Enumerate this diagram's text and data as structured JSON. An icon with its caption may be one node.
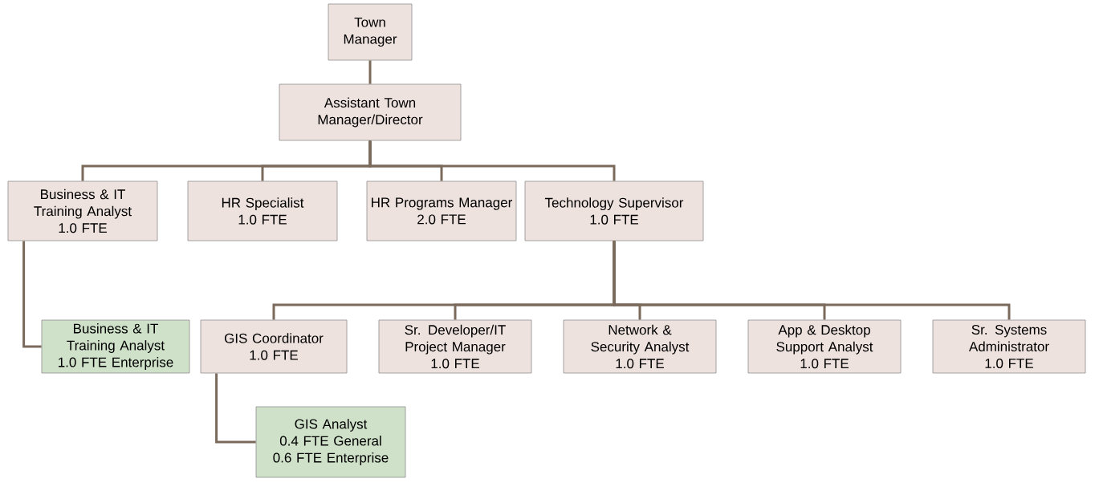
{
  "diagram": {
    "nodes": [
      {
        "text": [
          "Town Manager"
        ]
      },
      {
        "text": [
          "Assistant Town Manager/Director"
        ]
      },
      {
        "text": [
          "Business & IT Training Analyst",
          "1.0 FTE"
        ]
      },
      {
        "text": [
          "HR Specialist",
          "1.0 FTE"
        ]
      },
      {
        "text": [
          "HR Programs Manager",
          "2.0 FTE"
        ]
      },
      {
        "text": [
          "Technology Supervisor",
          "1.0 FTE"
        ]
      },
      {
        "text": [
          "Business & IT Training Analyst",
          "1.0 FTE Enterprise"
        ]
      },
      {
        "text": [
          "GIS Coordinator",
          "1.0 FTE"
        ]
      },
      {
        "text": [
          "Sr. Developer/IT Project Manager",
          "1.0 FTE"
        ]
      },
      {
        "text": [
          "Network & Security Analyst",
          "1.0 FTE"
        ]
      },
      {
        "text": [
          "App & Desktop Support Analyst",
          "1.0 FTE"
        ]
      },
      {
        "text": [
          "Sr. Systems Administrator",
          "1.0 FTE"
        ]
      },
      {
        "text": [
          "GIS Analyst",
          "0.4 FTE General",
          "0.6 FTE Enterprise"
        ]
      }
    ],
    "edges": [
      {
        "from": 0,
        "to": 1,
        "arrow": "none"
      },
      {
        "from": 1,
        "to": 2,
        "arrow": "none"
      },
      {
        "from": 1,
        "to": 3,
        "arrow": "none"
      },
      {
        "from": 1,
        "to": 4,
        "arrow": "none"
      },
      {
        "from": 1,
        "to": 5,
        "arrow": "none"
      },
      {
        "from": 2,
        "to": 6,
        "arrow": "none"
      },
      {
        "from": 5,
        "to": 7,
        "arrow": "none"
      },
      {
        "from": 5,
        "to": 8,
        "arrow": "none"
      },
      {
        "from": 5,
        "to": 9,
        "arrow": "none"
      },
      {
        "from": 5,
        "to": 10,
        "arrow": "none"
      },
      {
        "from": 5,
        "to": 11,
        "arrow": "none"
      },
      {
        "from": 7,
        "to": 12,
        "arrow": "none"
      }
    ]
  }
}
